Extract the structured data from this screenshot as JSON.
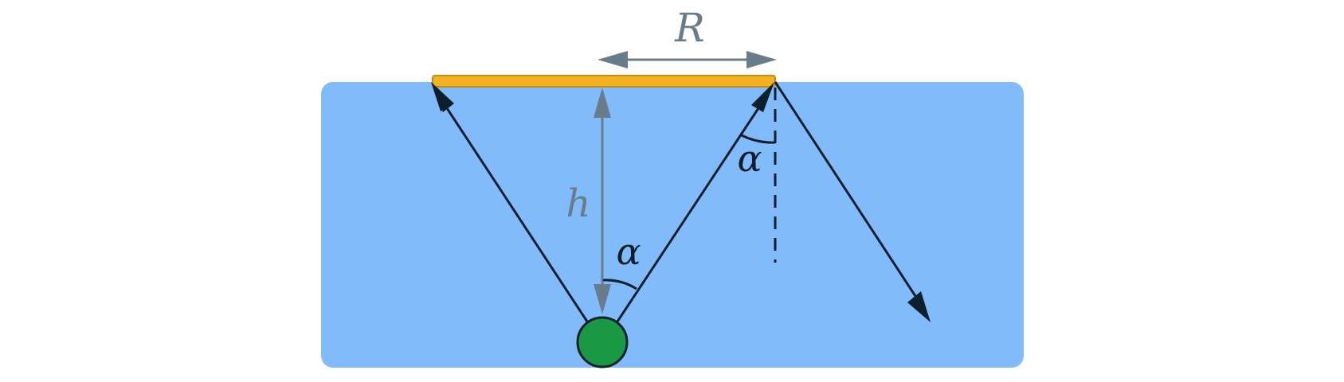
{
  "labels": {
    "radius": "R",
    "height": "h",
    "angle_center": "α",
    "angle_edge": "α"
  },
  "colors": {
    "water": "#82BBFC",
    "surface": "#F2B221",
    "surface_stroke": "#C58A10",
    "dimension": "#687C8C",
    "ray": "#0D1F2D",
    "source": "#1A9944",
    "source_stroke": "#0D1F2D",
    "background": "#FFFFFF"
  }
}
